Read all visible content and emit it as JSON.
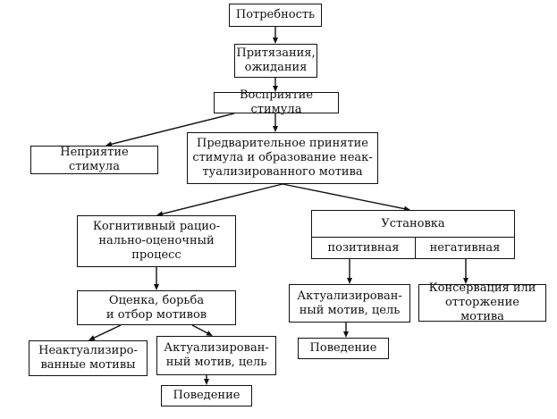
{
  "nodes": {
    "need": "Потребность",
    "claims": "Притязания,\nожидания",
    "perception": "Восприятие стимула",
    "rejection": "Неприятие стимула",
    "preliminary": "Предварительное принятие\nстимула и образование неак-\nтуализированного мотива",
    "cognitive": "Когнитивный рацио-\nнально-оценочный\nпроцесс",
    "setting": "Установка",
    "positive": "позитивная",
    "negative": "негативная",
    "evaluation": "Оценка, борьба\nи отбор мотивов",
    "nonactual": "Неактуализиро-\nванные мотивы",
    "actual_left": "Актуализирован-\nный мотив, цель",
    "behavior_left": "Поведение",
    "actual_right": "Актуализирован-\nный мотив, цель",
    "conservation": "Консервация или\nотторжение мотива",
    "behavior_right": "Поведение"
  }
}
